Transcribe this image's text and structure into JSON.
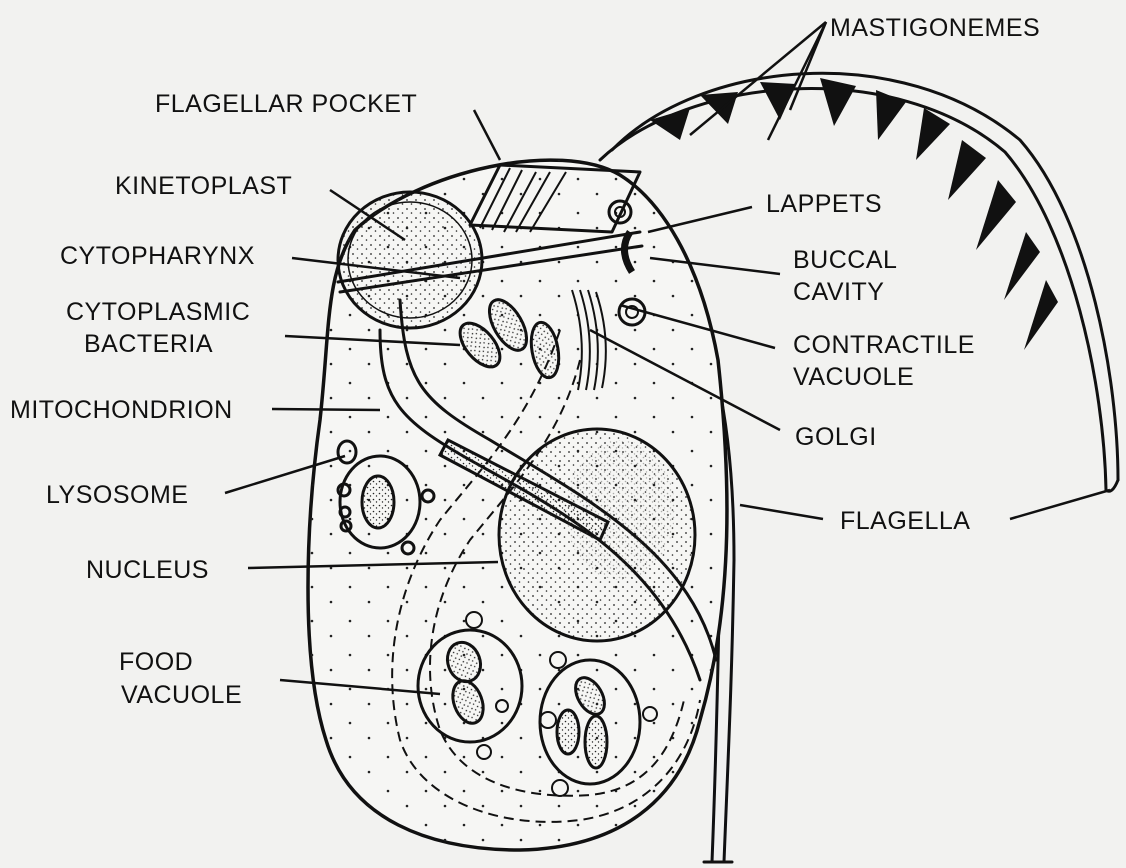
{
  "labels": {
    "mastigonemes": "MASTIGONEMES",
    "flagellar_pocket": "FLAGELLAR POCKET",
    "kinetoplast": "KINETOPLAST",
    "lappets": "LAPPETS",
    "cytopharynx": "CYTOPHARYNX",
    "buccal_cavity_1": "BUCCAL",
    "buccal_cavity_2": "CAVITY",
    "cytoplasmic_bacteria_1": "CYTOPLASMIC",
    "cytoplasmic_bacteria_2": "BACTERIA",
    "contractile_vacuole_1": "CONTRACTILE",
    "contractile_vacuole_2": "VACUOLE",
    "mitochondrion": "MITOCHONDRION",
    "golgi": "GOLGI",
    "lysosome": "LYSOSOME",
    "flagella": "FLAGELLA",
    "nucleus": "NUCLEUS",
    "food_vacuole_1": "FOOD",
    "food_vacuole_2": "VACUOLE"
  }
}
